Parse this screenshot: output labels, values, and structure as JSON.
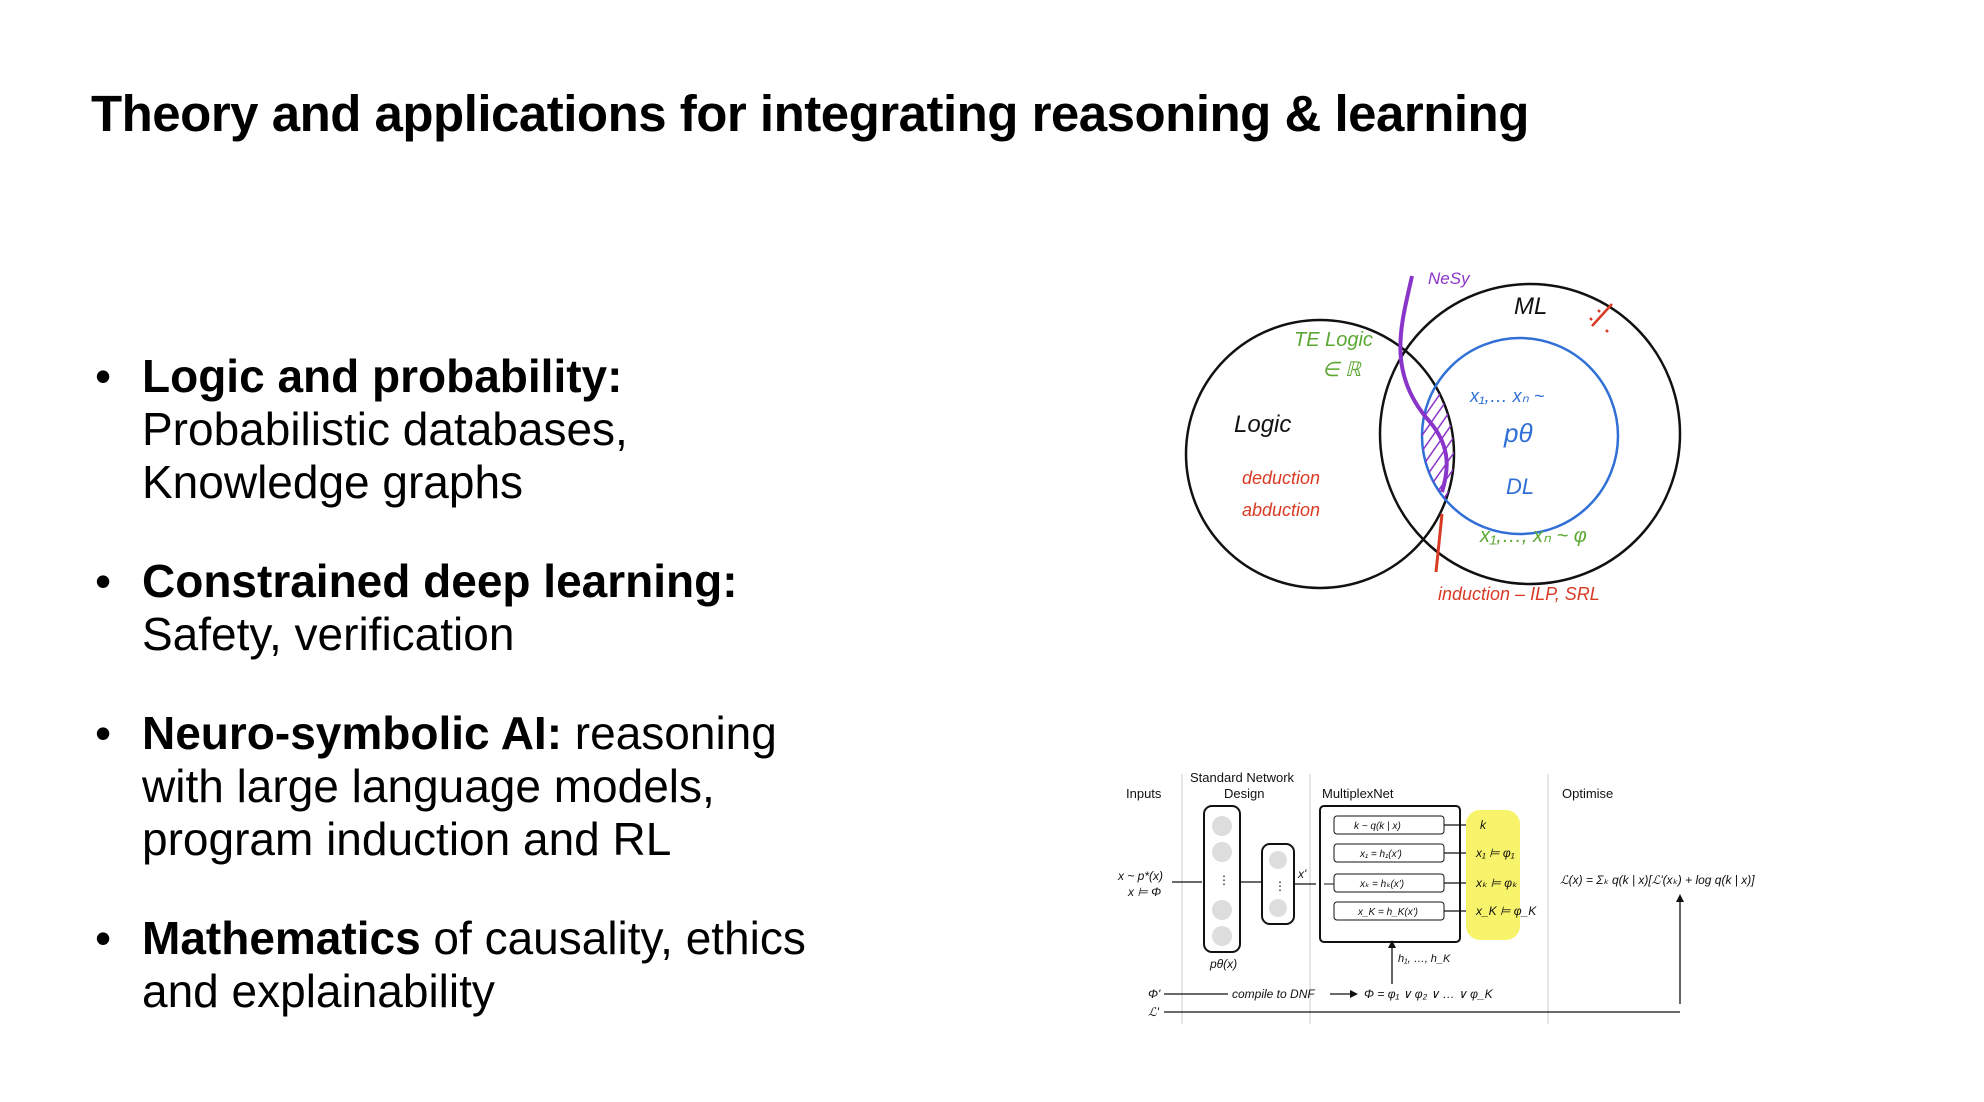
{
  "title": "Theory and applications for integrating reasoning & learning",
  "bullets": [
    {
      "bold": "Logic and probability:",
      "rest": "",
      "lines": [
        "Probabilistic databases,",
        "Knowledge graphs"
      ]
    },
    {
      "bold": "Constrained deep learning:",
      "rest": "",
      "lines": [
        "Safety, verification"
      ]
    },
    {
      "bold": "Neuro-symbolic AI:",
      "rest": " reasoning",
      "lines": [
        "with large language models,",
        "program induction and RL"
      ]
    },
    {
      "bold": "Mathematics",
      "rest": " of causality, ethics",
      "lines": [
        "and explainability"
      ]
    }
  ],
  "venn": {
    "nesy": "NeSy",
    "ml": "ML",
    "logic": "Logic",
    "te_logic": "TE Logic",
    "in_r": "∈ ℝ",
    "x_seq": "x₁,… xₙ ~",
    "p_theta": "pθ",
    "dl": "DL",
    "x_seq2": "x₁,…, xₙ ~ φ",
    "deduction": "deduction",
    "abduction": "abduction",
    "induction": "induction – ILP, SRL"
  },
  "network": {
    "inputs": "Inputs",
    "standard_line1": "Standard Network",
    "standard_line2": "Design",
    "multiplex": "MultiplexNet",
    "optimise": "Optimise",
    "input_expr1": "x ~ p*(x)",
    "input_expr2": "x ⊨ Φ",
    "p_theta": "pθ(x)",
    "x_prime": "x'",
    "rows": [
      "k ~ q(k | x)",
      "x₁ = h₁(x')",
      "xₖ = hₖ(x')",
      "x_K = h_K(x')"
    ],
    "outputs": [
      "k",
      "x₁ ⊨ φ₁",
      "xₖ ⊨ φₖ",
      "x_K ⊨ φ_K"
    ],
    "h_label": "h₁, …, h_K",
    "loss": "ℒ(x) = Σₖ q(k | x)[ℒ'(xₖ) + log q(k | x)]",
    "phi_prime": "Φ'",
    "l_prime": "ℒ'",
    "compile": "compile to DNF",
    "dnf": "Φ = φ₁ ∨ φ₂ ∨ … ∨ φ_K"
  },
  "colors": {
    "green": "#5aa832",
    "red": "#d83a24",
    "blue": "#2f6fd6",
    "purple": "#8a35c9",
    "highlight": "#f7f36a"
  }
}
